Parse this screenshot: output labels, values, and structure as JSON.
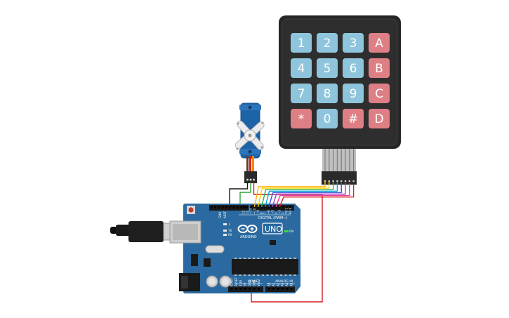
{
  "keypad": {
    "rows": [
      [
        {
          "label": "1",
          "type": "num"
        },
        {
          "label": "2",
          "type": "num"
        },
        {
          "label": "3",
          "type": "num"
        },
        {
          "label": "A",
          "type": "letter"
        }
      ],
      [
        {
          "label": "4",
          "type": "num"
        },
        {
          "label": "5",
          "type": "num"
        },
        {
          "label": "6",
          "type": "num"
        },
        {
          "label": "B",
          "type": "letter"
        }
      ],
      [
        {
          "label": "7",
          "type": "num"
        },
        {
          "label": "8",
          "type": "num"
        },
        {
          "label": "9",
          "type": "num"
        },
        {
          "label": "C",
          "type": "letter"
        }
      ],
      [
        {
          "label": "*",
          "type": "letter"
        },
        {
          "label": "0",
          "type": "num"
        },
        {
          "label": "#",
          "type": "letter"
        },
        {
          "label": "D",
          "type": "letter"
        }
      ]
    ],
    "colors": {
      "num": "#8ec5dc",
      "letter": "#de7f86",
      "body": "#262626",
      "bezel": "#3a3a3a"
    }
  },
  "arduino": {
    "brand": "ARDUINO",
    "model": "UNO",
    "digital_label": "DIGITAL (PWM~)",
    "power_label": "POWER",
    "analog_label": "ANALOG IN",
    "on_label": "ON",
    "tx_label": "TX",
    "rx_label": "RX",
    "l_label": "L",
    "aref_label": "AREF",
    "gnd_label": "GND",
    "digital_pins": [
      "13",
      "12",
      "~11",
      "~10",
      "~9",
      "8",
      "7",
      "~6",
      "~5",
      "4",
      "~3",
      "2",
      "TX 1",
      "RX 0"
    ],
    "power_pins": [
      "IOREF",
      "RESET",
      "3.3V",
      "5V",
      "GND",
      "GND",
      "Vin"
    ],
    "analog_pins": [
      "A0",
      "A1",
      "A2",
      "A3",
      "A4",
      "A5"
    ],
    "board_color": "#2a6aa0"
  },
  "wires": {
    "keypad_colors": [
      "#ffb000",
      "#ffd400",
      "#2fb14a",
      "#00a6d6",
      "#3b50d8",
      "#a045c8",
      "#ee3d96",
      "#e02020"
    ],
    "servo_signal": "#2fa63a",
    "servo_power": "#d41f1f",
    "servo_ground": "#1a1a1a"
  }
}
